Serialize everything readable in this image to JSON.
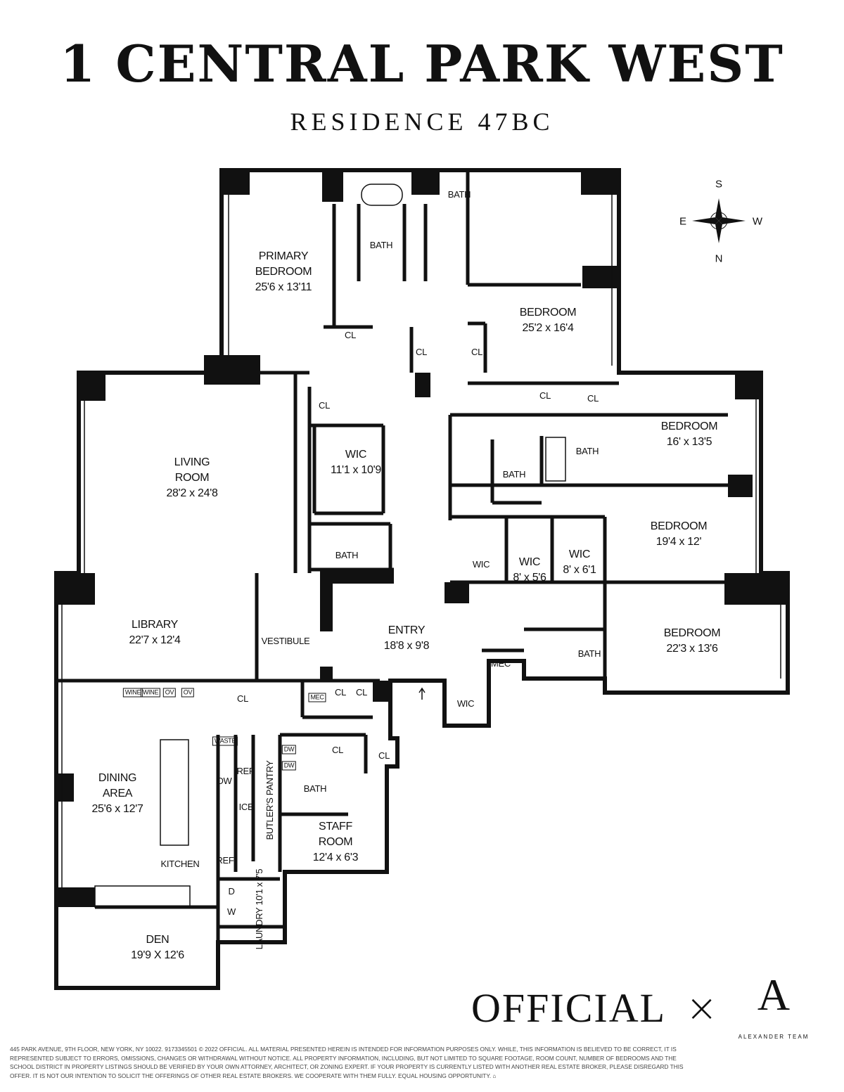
{
  "header": {
    "title": "1 CENTRAL PARK WEST",
    "subtitle": "RESIDENCE 47BC"
  },
  "compass": {
    "north": "N",
    "south": "S",
    "east": "E",
    "west": "W"
  },
  "rooms": [
    {
      "name": "PRIMARY BEDROOM",
      "dims": "25'6 x 13'11"
    },
    {
      "name": "BATH",
      "dims": ""
    },
    {
      "name": "BATH",
      "dims": ""
    },
    {
      "name": "CL",
      "dims": ""
    },
    {
      "name": "CL",
      "dims": ""
    },
    {
      "name": "CL",
      "dims": ""
    },
    {
      "name": "BEDROOM",
      "dims": "25'2 x 16'4"
    },
    {
      "name": "CL",
      "dims": ""
    },
    {
      "name": "CL",
      "dims": ""
    },
    {
      "name": "CL",
      "dims": ""
    },
    {
      "name": "BEDROOM",
      "dims": "16' x 13'5"
    },
    {
      "name": "BATH",
      "dims": ""
    },
    {
      "name": "BATH",
      "dims": ""
    },
    {
      "name": "LIVING ROOM",
      "dims": "28'2 x 24'8"
    },
    {
      "name": "WIC",
      "dims": "11'1 x 10'9"
    },
    {
      "name": "BEDROOM",
      "dims": "19'4 x 12'"
    },
    {
      "name": "BATH",
      "dims": ""
    },
    {
      "name": "WIC",
      "dims": ""
    },
    {
      "name": "WIC",
      "dims": "8' x 5'6"
    },
    {
      "name": "WIC",
      "dims": "8' x 6'1"
    },
    {
      "name": "LIBRARY",
      "dims": "22'7 x 12'4"
    },
    {
      "name": "VESTIBULE",
      "dims": ""
    },
    {
      "name": "ENTRY",
      "dims": "18'8 x 9'8"
    },
    {
      "name": "MEC",
      "dims": ""
    },
    {
      "name": "BATH",
      "dims": ""
    },
    {
      "name": "BEDROOM",
      "dims": "22'3 x 13'6"
    },
    {
      "name": "CL",
      "dims": ""
    },
    {
      "name": "CL",
      "dims": ""
    },
    {
      "name": "CL",
      "dims": ""
    },
    {
      "name": "WIC",
      "dims": ""
    },
    {
      "name": "CL",
      "dims": ""
    },
    {
      "name": "CL",
      "dims": ""
    },
    {
      "name": "DINING AREA",
      "dims": "25'6 x 12'7"
    },
    {
      "name": "BATH",
      "dims": ""
    },
    {
      "name": "STAFF ROOM",
      "dims": "12'4 x 6'3"
    },
    {
      "name": "KITCHEN",
      "dims": ""
    },
    {
      "name": "DEN",
      "dims": "19'9 X 12'6"
    },
    {
      "name": "REF",
      "dims": ""
    },
    {
      "name": "ICE",
      "dims": ""
    },
    {
      "name": "REF",
      "dims": ""
    },
    {
      "name": "DW",
      "dims": ""
    },
    {
      "name": "D",
      "dims": ""
    },
    {
      "name": "W",
      "dims": ""
    }
  ],
  "vertical_rooms": [
    {
      "name": "BUTLER'S PANTRY"
    },
    {
      "name": "LAUNDRY 10'1 x 7'5"
    }
  ],
  "fixtures": [
    "WINE",
    "WINE",
    "OV",
    "OV",
    "MEC",
    "WASTE",
    "DW",
    "DW"
  ],
  "branding": {
    "official": "OFFICIAL",
    "times": "×",
    "alexander_mark": "A",
    "alexander": "ALEXANDER TEAM"
  },
  "footer": {
    "disclaimer": "445 PARK AVENUE, 9TH FLOOR, NEW YORK, NY 10022. 9173345501 © 2022 OFFICIAL. ALL MATERIAL PRESENTED HEREIN IS INTENDED FOR INFORMATION PURPOSES ONLY. WHILE, THIS INFORMATION IS BELIEVED TO BE CORRECT, IT IS REPRESENTED SUBJECT TO ERRORS, OMISSIONS, CHANGES OR WITHDRAWAL WITHOUT NOTICE. ALL PROPERTY INFORMATION, INCLUDING, BUT NOT LIMITED TO SQUARE FOOTAGE, ROOM COUNT, NUMBER OF BEDROOMS AND THE SCHOOL DISTRICT IN PROPERTY LISTINGS SHOULD BE VERIFIED BY YOUR OWN ATTORNEY, ARCHITECT, OR ZONING EXPERT. IF YOUR PROPERTY IS CURRENTLY LISTED WITH ANOTHER REAL ESTATE BROKER, PLEASE DISREGARD THIS OFFER. IT IS NOT OUR INTENTION TO SOLICIT THE OFFERINGS OF OTHER REAL ESTATE BROKERS. WE COOPERATE WITH THEM FULLY. EQUAL HOUSING OPPORTUNITY. ⌂"
  }
}
